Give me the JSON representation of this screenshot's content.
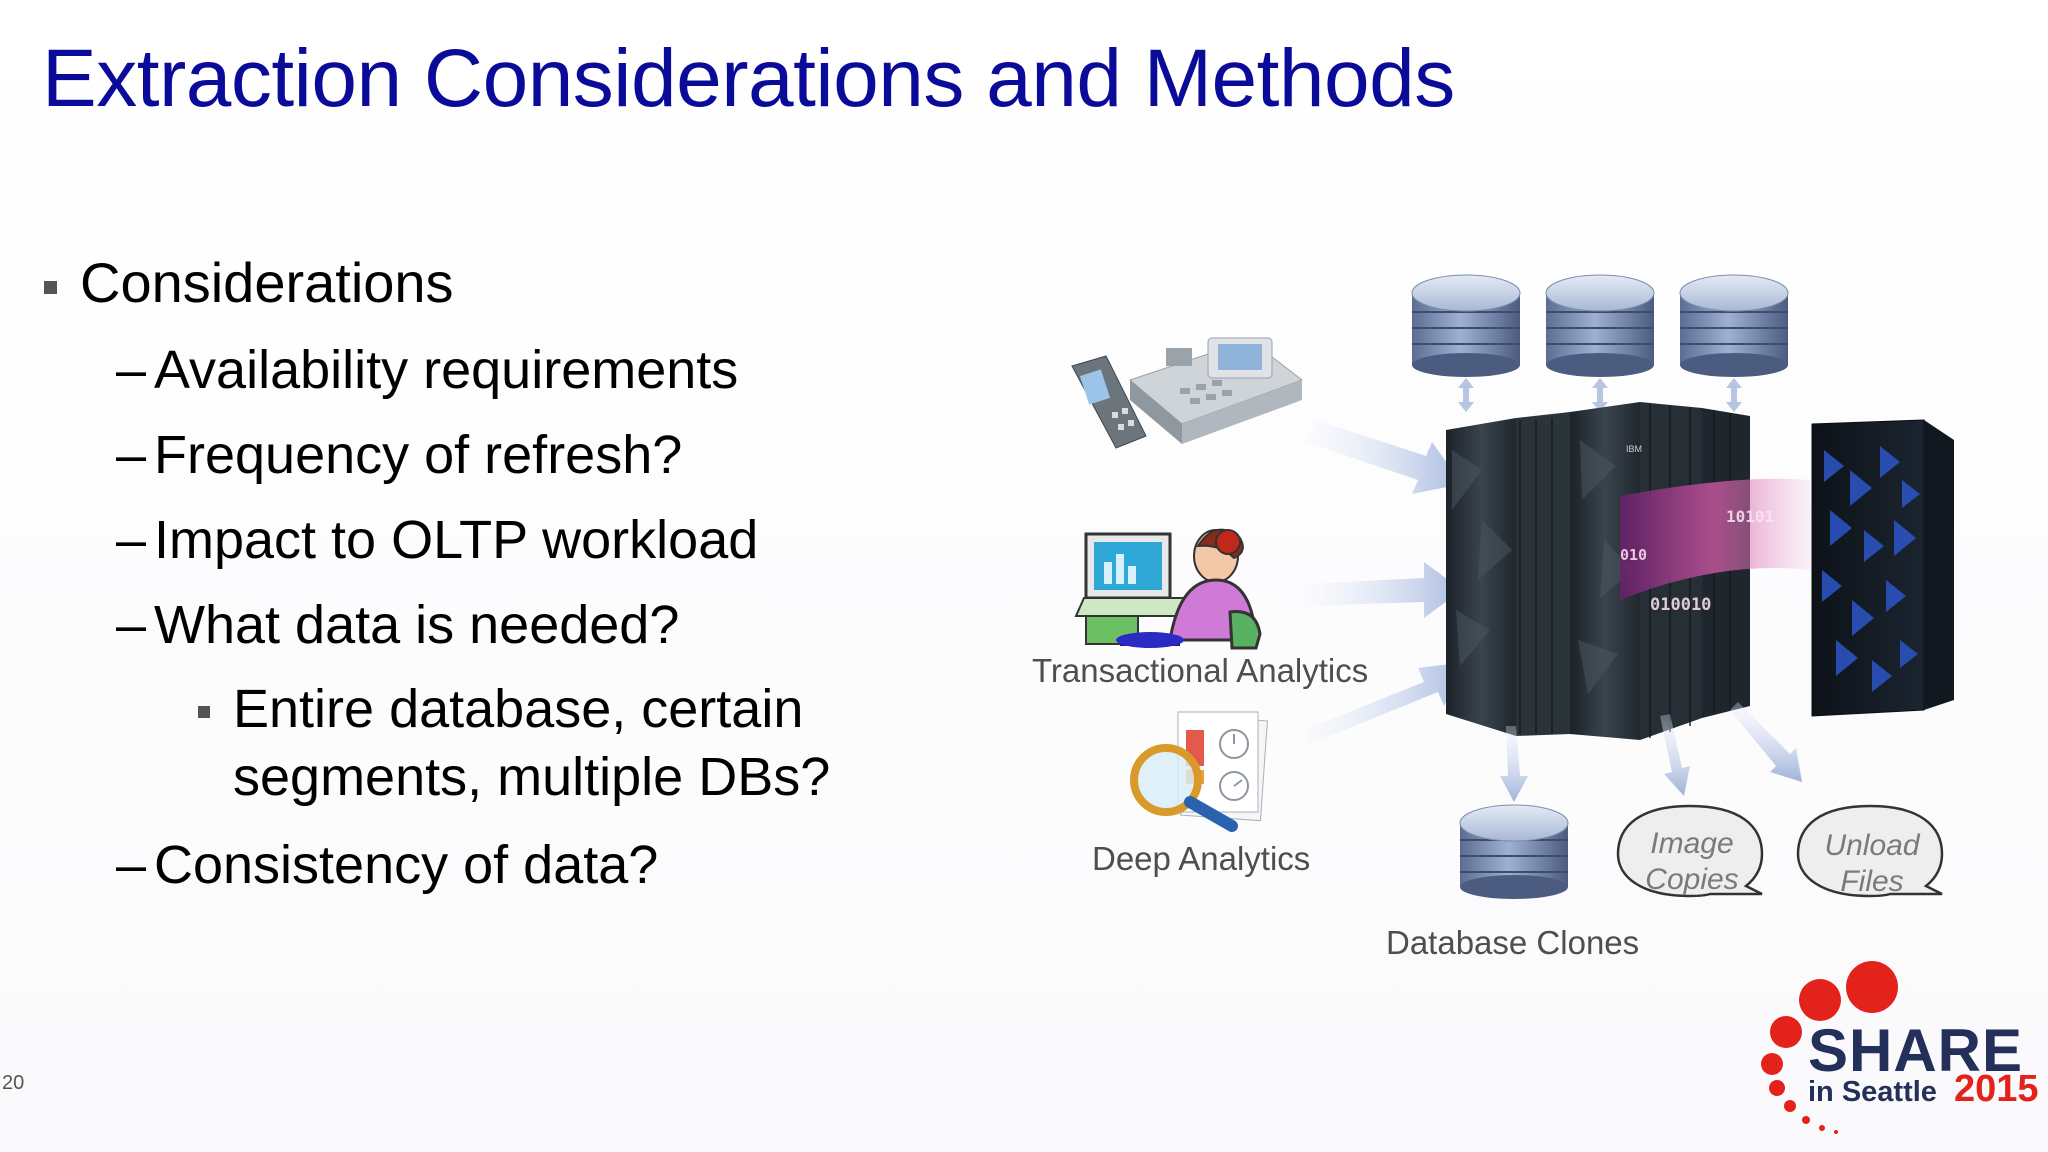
{
  "slide": {
    "title": "Extraction Considerations and Methods",
    "number": "20",
    "bullets": {
      "considerations": "Considerations",
      "availability": "Availability requirements",
      "frequency": "Frequency of refresh?",
      "impact": "Impact to OLTP workload",
      "what_data": "What data is needed?",
      "entire_line1": "Entire database, certain",
      "entire_line2": "segments, multiple DBs?",
      "consistency": "Consistency of data?"
    }
  },
  "diagram": {
    "transactional_label": "Transactional Analytics",
    "deep_label": "Deep Analytics",
    "clones_label": "Database Clones",
    "image_copies_line1": "Image",
    "image_copies_line2": "Copies",
    "unload_files_line1": "Unload",
    "unload_files_line2": "Files",
    "stream_text_1": "10101",
    "stream_text_2": "010",
    "stream_text_3": "010010",
    "mainframe_brand": "IBM"
  },
  "logo": {
    "name": "SHARE",
    "location": "in Seattle",
    "year": "2015"
  },
  "colors": {
    "title": "#0b0b9a",
    "body_text": "#4a4a4a",
    "logo_red": "#e3231b",
    "logo_navy": "#22305a"
  }
}
